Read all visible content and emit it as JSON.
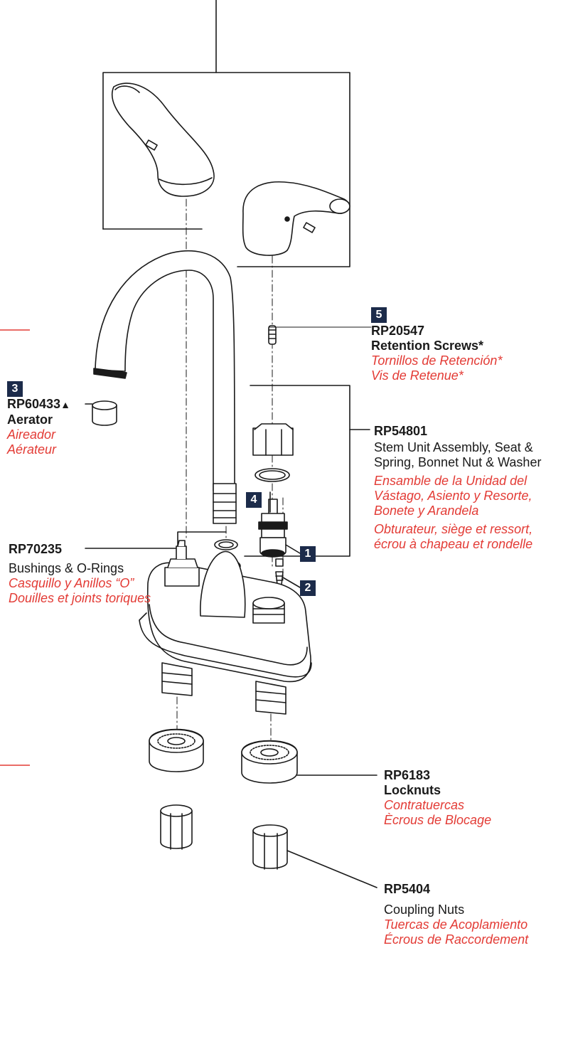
{
  "callouts": {
    "c1": "1",
    "c2": "2",
    "c3": "3",
    "c4": "4",
    "c5": "5"
  },
  "parts": {
    "retention_screws": {
      "part_no": "RP20547",
      "en": "Retention Screws*",
      "es": "Tornillos de Retención*",
      "fr": "Vis de Retenue*"
    },
    "aerator": {
      "part_no": "RP60433",
      "marker": "▲",
      "en": "Aerator",
      "es": "Aireador",
      "fr": "Aérateur"
    },
    "stem_unit": {
      "part_no": "RP54801",
      "en_line1": "Stem Unit Assembly, Seat &",
      "en_line2": "Spring, Bonnet Nut & Washer",
      "es_line1": "Ensamble de la Unidad del",
      "es_line2": "Vástago, Asiento y Resorte,",
      "es_line3": "Bonete y Arandela",
      "fr_line1": "Obturateur, siège et ressort,",
      "fr_line2": "écrou à chapeau et rondelle"
    },
    "bushings": {
      "part_no": "RP70235",
      "en": "Bushings & O-Rings",
      "es": "Casquillo y Anillos “O”",
      "fr": "Douilles et joints toriques"
    },
    "locknuts": {
      "part_no": "RP6183",
      "en": "Locknuts",
      "es": "Contratuercas",
      "fr": "Ècrous de Blocage"
    },
    "coupling_nuts": {
      "part_no": "RP5404",
      "en": "Coupling Nuts",
      "es": "Tuercas de Acoplamiento",
      "fr": "Écrous de Raccordement"
    }
  },
  "colors": {
    "ink": "#1a1a1a",
    "translation_red": "#e33b35",
    "badge_navy": "#1c2b4a",
    "part_fill": "#ffffff"
  }
}
